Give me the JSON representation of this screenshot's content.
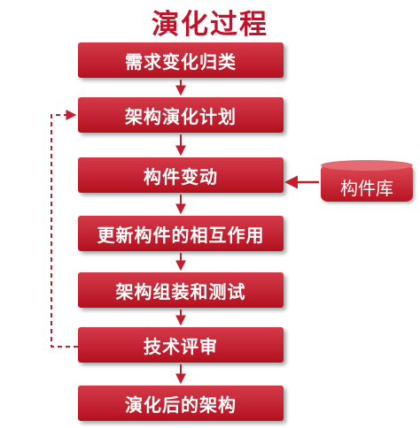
{
  "title": "演化过程",
  "steps": [
    "需求变化归类",
    "架构演化计划",
    "构件变动",
    "更新构件的相互作用",
    "架构组装和测试",
    "技术评审",
    "演化后的架构"
  ],
  "component_library": "构件库",
  "colors": {
    "box_fill": "#c41e2e",
    "title": "#c0142c",
    "arrow": "#c41e2e"
  }
}
